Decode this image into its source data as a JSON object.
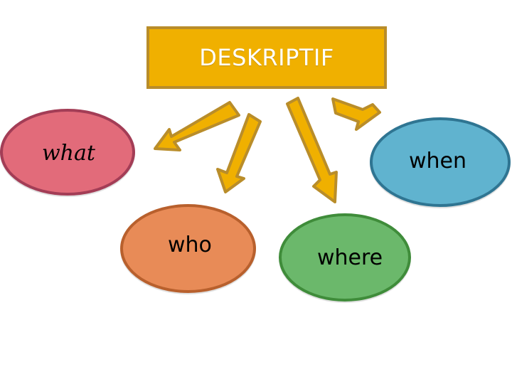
{
  "diagram": {
    "title": "DESKRIPTIF",
    "nodes": [
      {
        "label": "what"
      },
      {
        "label": "when"
      },
      {
        "label": "who"
      },
      {
        "label": "where"
      }
    ]
  },
  "colors": {
    "title_box": "#f0b000",
    "title_border": "#b98d2a",
    "arrow_fill": "#f0b000",
    "arrow_stroke": "#b98d2a",
    "what": "#e26b7a",
    "when": "#60b3cf",
    "who": "#e88b57",
    "where": "#6bb86b"
  }
}
